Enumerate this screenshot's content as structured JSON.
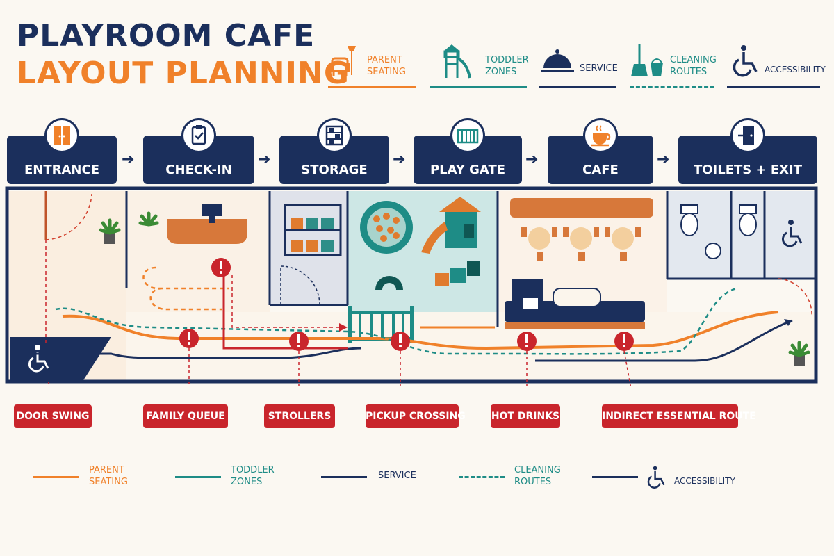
{
  "title": {
    "line1": "PLAYROOM CAFE",
    "line2": "LAYOUT PLANNING"
  },
  "colors": {
    "navy": "#1b2f5c",
    "orange": "#f0812a",
    "teal": "#1e8c86",
    "red": "#c9252c",
    "cream": "#fbf8f2"
  },
  "legend_top": [
    {
      "label_a": "PARENT",
      "label_b": "SEATING",
      "icon": "armchair-icon",
      "color": "#f0812a",
      "style": "solid"
    },
    {
      "label_a": "TODDLER",
      "label_b": "ZONES",
      "icon": "slide-icon",
      "color": "#1e8c86",
      "style": "solid"
    },
    {
      "label_a": "SERVICE",
      "label_b": "",
      "icon": "cloche-icon",
      "color": "#1b2f5c",
      "style": "solid"
    },
    {
      "label_a": "CLEANING",
      "label_b": "ROUTES",
      "icon": "broom-bucket-icon",
      "color": "#1e8c86",
      "style": "dashed"
    },
    {
      "label_a": "ACCESSIBILITY",
      "label_b": "",
      "icon": "wheelchair-icon",
      "color": "#1b2f5c",
      "style": "solid"
    }
  ],
  "steps": [
    {
      "label": "ENTRANCE",
      "icon": "door-icon"
    },
    {
      "label": "CHECK-IN",
      "icon": "clipboard-icon"
    },
    {
      "label": "STORAGE",
      "icon": "shelves-icon"
    },
    {
      "label": "PLAY GATE",
      "icon": "gate-icon"
    },
    {
      "label": "CAFE",
      "icon": "coffee-cup-icon"
    },
    {
      "label": "TOILETS + EXIT",
      "icon": "exit-door-icon"
    }
  ],
  "issues": [
    {
      "label": "DOOR SWING"
    },
    {
      "label": "FAMILY QUEUE"
    },
    {
      "label": "STROLLERS"
    },
    {
      "label": "PICKUP CROSSING"
    },
    {
      "label": "HOT DRINKS"
    },
    {
      "label": "INDIRECT ESSENTIAL ROUTE"
    }
  ],
  "legend_bottom": [
    {
      "label_a": "PARENT",
      "label_b": "SEATING",
      "color": "#f0812a",
      "style": "solid"
    },
    {
      "label_a": "TODDLER",
      "label_b": "ZONES",
      "color": "#1e8c86",
      "style": "solid"
    },
    {
      "label_a": "SERVICE",
      "label_b": "",
      "color": "#1b2f5c",
      "style": "solid"
    },
    {
      "label_a": "CLEANING",
      "label_b": "ROUTES",
      "color": "#1e8c86",
      "style": "dashed"
    },
    {
      "label_a": "ACCESSIBILITY",
      "label_b": "",
      "color": "#1b2f5c",
      "style": "solid",
      "icon": "wheelchair-icon"
    }
  ]
}
